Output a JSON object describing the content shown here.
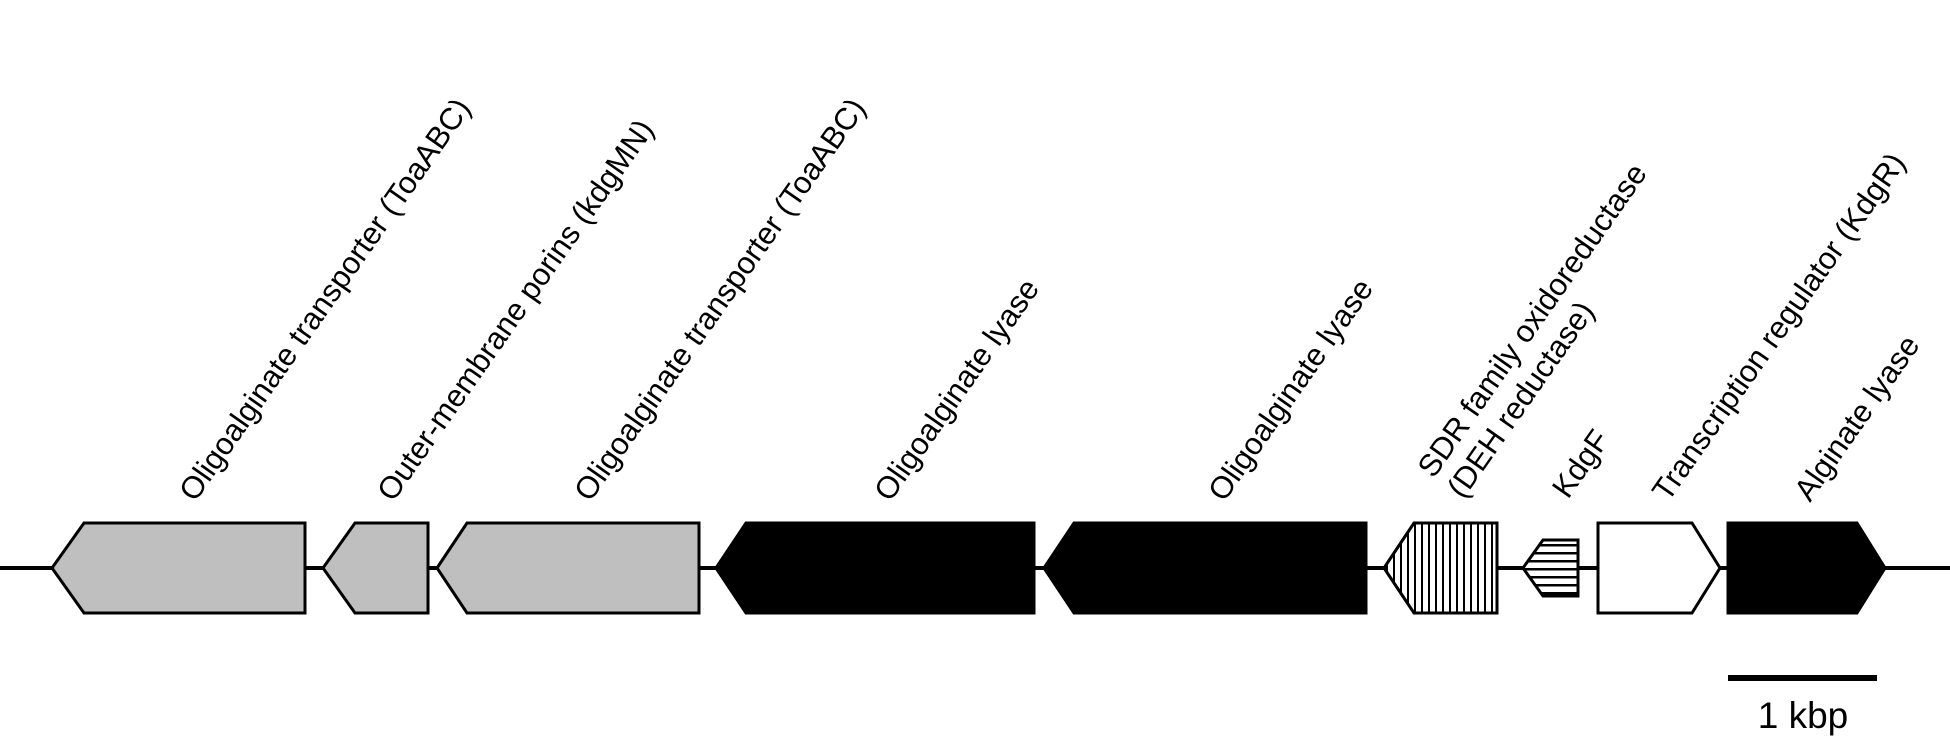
{
  "colors": {
    "backbone": "#000000",
    "outline": "#000000",
    "gray_fill": "#bfbfbf",
    "black_fill": "#000000",
    "white_fill": "#ffffff"
  },
  "genes": [
    {
      "id": "gene-1",
      "label_lines": [
        "Oligoalginate transporter (ToaABC)"
      ],
      "direction": "left",
      "fill": "gray"
    },
    {
      "id": "gene-2",
      "label_lines": [
        "Outer-membrane porins (kdgMN)"
      ],
      "direction": "left",
      "fill": "gray"
    },
    {
      "id": "gene-3",
      "label_lines": [
        "Oligoalginate transporter (ToaABC)"
      ],
      "direction": "left",
      "fill": "gray"
    },
    {
      "id": "gene-4",
      "label_lines": [
        "Oligoalginate lyase"
      ],
      "direction": "left",
      "fill": "black"
    },
    {
      "id": "gene-5",
      "label_lines": [
        "Oligoalginate lyase"
      ],
      "direction": "left",
      "fill": "black"
    },
    {
      "id": "gene-6",
      "label_lines": [
        "SDR family oxidoreductase",
        "(DEH reductase)"
      ],
      "direction": "left",
      "fill": "vertical-stripes"
    },
    {
      "id": "gene-7",
      "label_lines": [
        "KdgF"
      ],
      "direction": "left",
      "fill": "horizontal-stripes"
    },
    {
      "id": "gene-8",
      "label_lines": [
        "Transcription regulator (KdgR)"
      ],
      "direction": "right",
      "fill": "white"
    },
    {
      "id": "gene-9",
      "label_lines": [
        "Alginate lyase"
      ],
      "direction": "right",
      "fill": "black"
    }
  ],
  "scale_bar": {
    "label": "1 kbp"
  }
}
